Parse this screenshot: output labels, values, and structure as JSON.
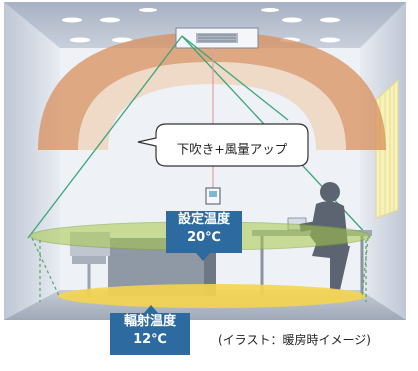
{
  "callout": {
    "text": "下吹き+風量アップ"
  },
  "set_temp": {
    "label": "設定温度",
    "value": "20℃"
  },
  "radiant_temp": {
    "label": "輻射温度",
    "value": "12℃"
  },
  "caption": "(イラスト：暖房時イメージ)",
  "colors": {
    "accent_label": "#2c6aa0",
    "warm_airflow": "#d08a52",
    "green_plane": "#a8c84a",
    "yellow_floor": "#f2d24a"
  }
}
